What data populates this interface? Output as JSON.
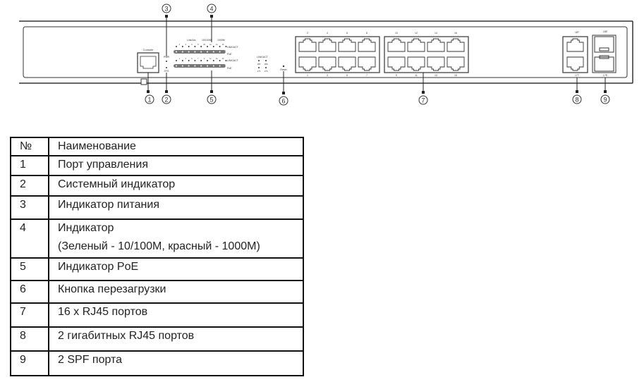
{
  "panel": {
    "labels": {
      "console": "Console",
      "pwr": "PWR",
      "sys": "SYS",
      "legend_link": "Link/Act",
      "legend_100": "10/100M",
      "legend_1000": "1000M",
      "link_act": "LINK/ACT",
      "poe": "PoE",
      "link_act_uplink": "LINK/ACT",
      "p18t": "18T",
      "p18s": "18S",
      "p17t": "17T",
      "p17s": "17S",
      "reset": "Reset",
      "top_18t": "18T",
      "bottom_17t": "17T",
      "top_18s": "18S",
      "bottom_17s": "17S"
    },
    "led_top_numbers": [
      "2",
      "4",
      "6",
      "8",
      "10",
      "12",
      "14",
      "16"
    ],
    "led_bottom_numbers": [
      "1",
      "3",
      "5",
      "7",
      "9",
      "11",
      "13",
      "15"
    ],
    "port_top_numbers": [
      "2",
      "4",
      "6",
      "8",
      "10",
      "12",
      "14",
      "16"
    ],
    "port_bottom_numbers": [
      "1",
      "3",
      "5",
      "7",
      "9",
      "11",
      "13",
      "15"
    ],
    "callouts": [
      "1",
      "2",
      "3",
      "4",
      "5",
      "6",
      "7",
      "8",
      "9"
    ]
  },
  "table": {
    "header": {
      "num": "№",
      "name": "Наименование"
    },
    "rows": [
      {
        "num": "1",
        "name": "Порт управления"
      },
      {
        "num": "2",
        "name": "Системный индикатор"
      },
      {
        "num": "3",
        "name": "Индикатор питания"
      },
      {
        "num": "4",
        "name": "Индикатор",
        "name2": "(Зеленый - 10/100M, красный - 1000M)"
      },
      {
        "num": "5",
        "name": "Индикатор PoE"
      },
      {
        "num": "6",
        "name": "Кнопка перезагрузки"
      },
      {
        "num": "7",
        "name": "16 x RJ45 портов"
      },
      {
        "num": "8",
        "name": "2 гигабитных RJ45 портов"
      },
      {
        "num": "9",
        "name": "2 SPF порта"
      }
    ]
  }
}
